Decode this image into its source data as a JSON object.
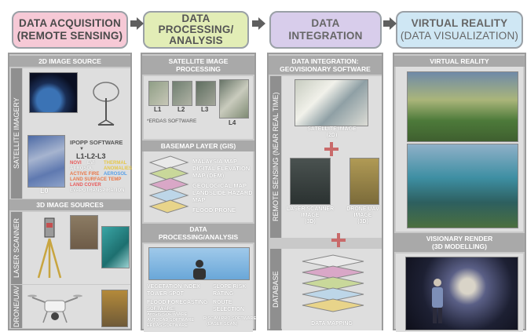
{
  "headers": {
    "acquisition": [
      "DATA ACQUISITION",
      "(REMOTE SENSING)"
    ],
    "processing": [
      "DATA",
      "PROCESSING/",
      "ANALYSIS"
    ],
    "integration": [
      "DATA",
      "INTEGRATION"
    ],
    "vr": [
      "VIRTUAL REALITY",
      "(DATA VISUALIZATION)"
    ]
  },
  "col1": {
    "image_2d": "2D IMAGE SOURCE",
    "side_satellite": "SATELLITE IMAGERY",
    "ipopp": "IPOPP SOFTWARE",
    "levels": "L1-L2-L3",
    "products": [
      {
        "text": "NOVI",
        "color": "#e85a5a"
      },
      {
        "text": "EVI",
        "color": "#ffffff"
      },
      {
        "text": "THERMAL",
        "color": "#e5c84a"
      },
      {
        "text": "AEROSOL",
        "color": "#ffffff"
      },
      {
        "text": "ANOMALIES",
        "color": "#e5c84a"
      },
      {
        "text": "ACTIVE FIRE",
        "color": "#e8784a"
      },
      {
        "text": "AEROSOL",
        "color": "#5aa0e8"
      },
      {
        "text": "LAND SURFACE TEMP",
        "color": "#e8784a"
      },
      {
        "text": "LAND COVER",
        "color": "#e85a5a"
      },
      {
        "text": "EVAPOTRANSPIRATION",
        "color": "#ffffff"
      }
    ],
    "l0": "L0",
    "image_3d": "3D IMAGE SOURCES",
    "side_laser": "LASER SCANNER",
    "side_drone": "DRONE/UAV"
  },
  "col2": {
    "sat_processing": [
      "SATELLITE IMAGE",
      "PROCESSING"
    ],
    "l_labels": [
      "L1",
      "L2",
      "L3",
      "L4"
    ],
    "erdas": "*ERDAS SOFTWARE",
    "basemap": "BASEMAP LAYER (GIS)",
    "layers": [
      "MALAYSIA MAP",
      "DIGITAL ELEVATION",
      "MAP (DEM)",
      "GEOLOGICAL MAP",
      "LANDSLIDE HAZARD",
      "MAP",
      "FLOOD PRONE"
    ],
    "processing": [
      "DATA",
      "PROCESSING/ANALYSIS"
    ],
    "analysis": [
      "VEGETATION INDEX",
      "TOWER SPOT",
      "FLOOD FORECASTING",
      "SLOPE RISK",
      "RATING",
      "ROUTE",
      "SELECTION"
    ],
    "software_label": "SOFTWARE:",
    "software": [
      "ArcGIS SOFTWARE",
      "AUTOCAD SOFTWARE",
      "ERDAS SOFTWARE",
      "RiSCAN PRO SOFTWARE",
      "(LASER SCAN)"
    ]
  },
  "col3": {
    "title": [
      "DATA INTEGRATION:",
      "GEOVISIONARY SOFTWARE"
    ],
    "side_rs": "REMOTE SENSING (NEAR REAL TIME)",
    "sat_image": [
      "SATELLITE IMAGE",
      "(2D)"
    ],
    "laser_image": [
      "LASER SCANNER",
      "IMAGE",
      "(3D)"
    ],
    "drone_image": [
      "DRONE/UAV",
      "IMAGE",
      "(3D)"
    ],
    "side_db": "DATABASE",
    "mapping": "DATA MAPPING"
  },
  "col4": {
    "vr": "VIRTUAL REALITY",
    "render": [
      "VISIONARY RENDER",
      "(3D MODELLING)"
    ]
  },
  "colors": {
    "pink": "#f6c9d6",
    "green": "#e2edb6",
    "purple": "#d8cdeb",
    "blue": "#cfe7f4",
    "panel_bg": "#c9c9c9",
    "plus": "#c96a6a"
  }
}
